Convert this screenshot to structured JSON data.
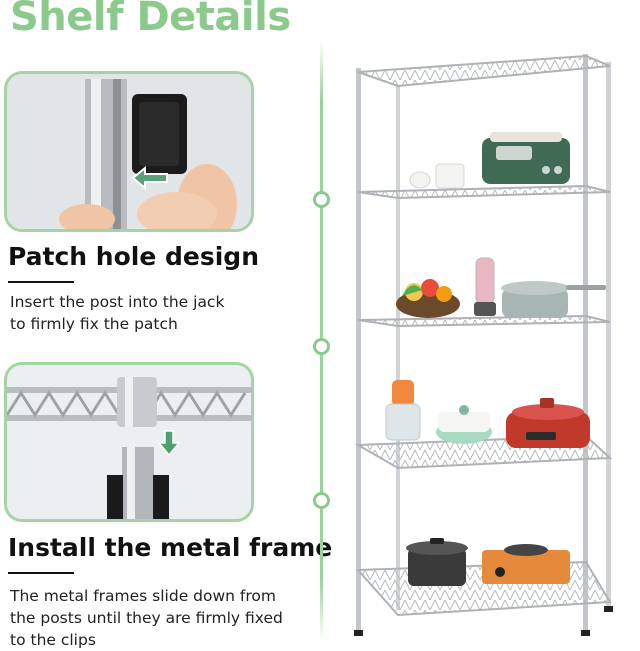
{
  "title": "Shelf Details",
  "section1": {
    "heading": "Patch hole design",
    "desc_line1": "Insert the post into the jack",
    "desc_line2": "to firmly fix the patch"
  },
  "section2": {
    "heading": "Install the metal frame",
    "desc_line1": "The metal frames slide down from",
    "desc_line2": "the posts until they are firmly fixed",
    "desc_line3": "to the clips"
  },
  "colors": {
    "accent_green": "#8cc98c",
    "frame_green": "#a4d4a4",
    "chrome": "#c9ccd0"
  }
}
